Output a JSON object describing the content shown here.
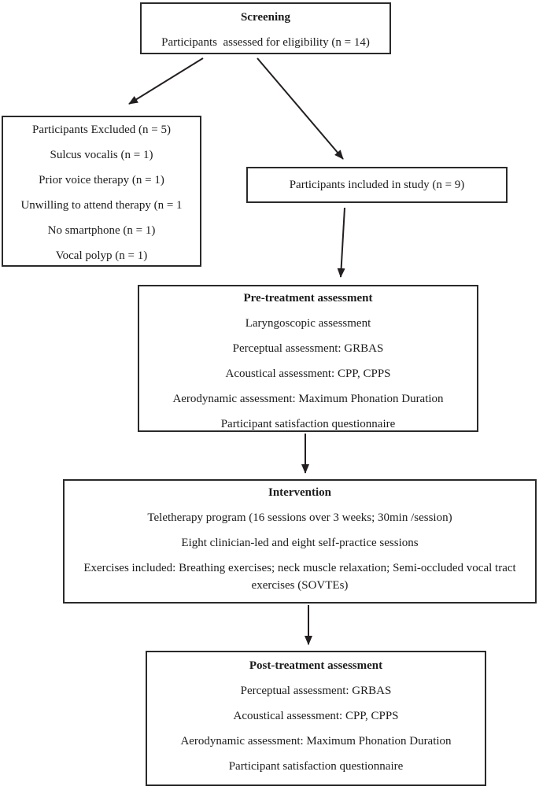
{
  "colors": {
    "background": "#ffffff",
    "box_border": "#2a2a2a",
    "text": "#1c1c1c",
    "arrow": "#231f20"
  },
  "boxes": {
    "screening": {
      "title": "Screening",
      "lines": [
        "Participants  assessed for eligibility (n = 14)"
      ]
    },
    "excluded": {
      "lines": [
        "Participants Excluded (n = 5)",
        "Sulcus vocalis (n = 1)",
        "Prior voice therapy (n = 1)",
        "Unwilling to attend therapy (n = 1",
        "No smartphone (n = 1)",
        "Vocal polyp (n = 1)"
      ]
    },
    "included": {
      "lines": [
        "Participants included in study (n = 9)"
      ]
    },
    "pretreatment": {
      "title": "Pre-treatment assessment",
      "lines": [
        "Laryngoscopic assessment",
        "Perceptual assessment: GRBAS",
        "Acoustical assessment: CPP, CPPS",
        "Aerodynamic assessment: Maximum Phonation Duration",
        "Participant satisfaction questionnaire"
      ]
    },
    "intervention": {
      "title": "Intervention",
      "lines": [
        "Teletherapy program (16 sessions over 3 weeks; 30min /session)",
        "Eight clinician-led and eight self-practice sessions",
        "Exercises included: Breathing exercises; neck muscle relaxation; Semi-occluded vocal tract exercises (SOVTEs)"
      ]
    },
    "posttreatment": {
      "title": "Post-treatment assessment",
      "lines": [
        "Perceptual assessment: GRBAS",
        "Acoustical assessment: CPP, CPPS",
        "Aerodynamic assessment: Maximum Phonation Duration",
        "Participant satisfaction questionnaire"
      ]
    }
  }
}
